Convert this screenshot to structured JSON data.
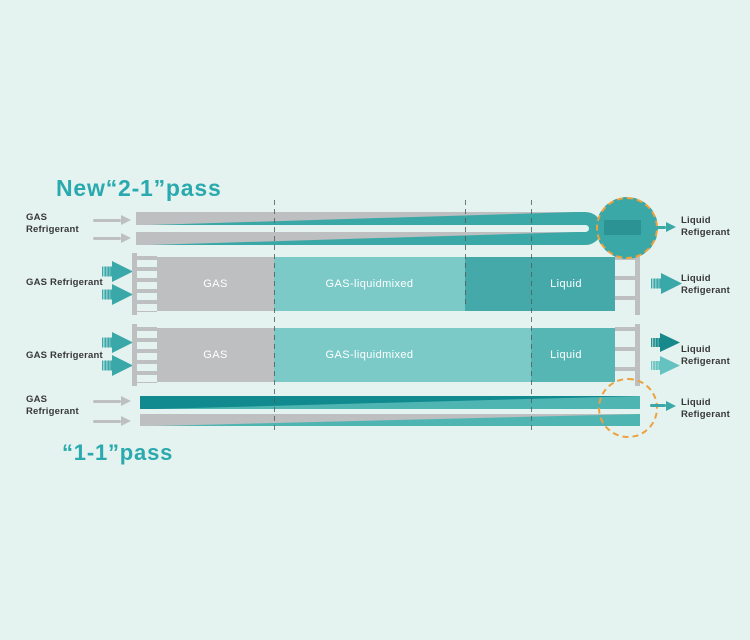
{
  "titles": {
    "top": "New“2-1”pass",
    "bottom": "“1-1”pass"
  },
  "rows": {
    "row1": {
      "left_label_line1": "GAS",
      "left_label_line2": "Refrigerant",
      "right_label_line1": "Liquid",
      "right_label_line2": "Refigerant"
    },
    "row2": {
      "left_label": "GAS Refrigerant",
      "right_label_line1": "Liquid",
      "right_label_line2": "Refigerant",
      "sections": [
        {
          "label": "GAS"
        },
        {
          "label": "GAS-liquidmixed"
        },
        {
          "label": "Liquid"
        }
      ]
    },
    "row3": {
      "left_label": "GAS Refrigerant",
      "right_label_line1": "Liquid",
      "right_label_line2": "Refigerant",
      "sections": [
        {
          "label": "GAS"
        },
        {
          "label": "GAS-liquidmixed"
        },
        {
          "label": "Liquid"
        }
      ]
    },
    "row4": {
      "left_label_line1": "GAS",
      "left_label_line2": "Refrigerant",
      "right_label_line1": "Liquid",
      "right_label_line2": "Refigerant"
    }
  },
  "colors": {
    "background": "#E4F3F0",
    "accent_teal": "#2AA9AE",
    "gray": "#BDBFC1",
    "mixed_teal": "#7BCAC8",
    "liquid_teal_row2": "#44A9A8",
    "liquid_teal_row3": "#55B6B3",
    "tube_dark_teal": "#108A8E",
    "wedge_teal": "#4FB5B3",
    "uturn_teal": "#3BA8A8",
    "circle_inner_rect": "#2B9394",
    "highlight_orange": "#ECA23F",
    "dashed_line": "#4E5B5B",
    "label_text": "#383838"
  }
}
